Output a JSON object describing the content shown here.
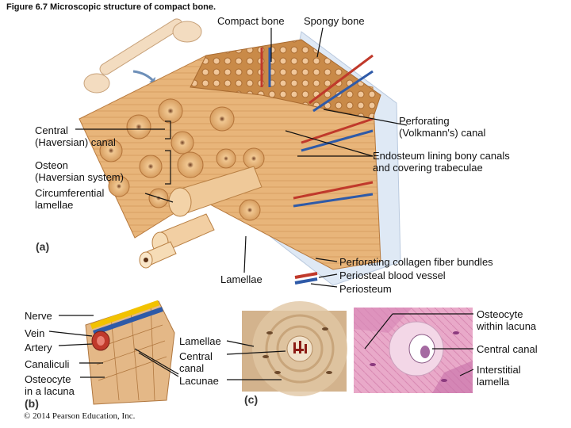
{
  "figure_title": "Figure 6.7 Microscopic structure of compact bone.",
  "panel_a": {
    "letter": "(a)",
    "top_labels": {
      "compact": "Compact bone",
      "spongy": "Spongy bone"
    },
    "labels": {
      "central_canal": "Central\n(Haversian) canal",
      "osteon": "Osteon\n(Haversian system)",
      "circumferential": "Circumferential\nlamellae",
      "perforating_canal": "Perforating\n(Volkmann's) canal",
      "endosteum": "Endosteum lining bony canals\nand covering trabeculae",
      "lamellae": "Lamellae",
      "perforating_fibers": "Perforating collagen fiber bundles",
      "periosteal_vessel": "Periosteal blood vessel",
      "periosteum": "Periosteum"
    }
  },
  "panel_b": {
    "letter": "(b)",
    "labels": {
      "nerve": "Nerve",
      "vein": "Vein",
      "artery": "Artery",
      "canaliculi": "Canaliculi",
      "osteocyte": "Osteocyte\nin a lacuna"
    }
  },
  "panel_c": {
    "letter": "(c)",
    "labels": {
      "lamellae": "Lamellae",
      "central_canal": "Central\ncanal",
      "lacunae": "Lacunae"
    }
  },
  "panel_d": {
    "labels": {
      "osteocyte": "Osteocyte\nwithin lacuna",
      "central_canal": "Central canal",
      "interstitial": "Interstitial\nlamella"
    }
  },
  "credit": "© 2014 Pearson Education, Inc.",
  "colors": {
    "bone": "#e8b57a",
    "bone_dark": "#c98a48",
    "spongy": "#d49a5c",
    "artery": "#c0392b",
    "vein": "#2e5aa8",
    "nerve": "#f2c200",
    "periosteum": "#dfe9f5",
    "stain_pink": "#e7a3c6",
    "stain_purple": "#b15a9c"
  }
}
